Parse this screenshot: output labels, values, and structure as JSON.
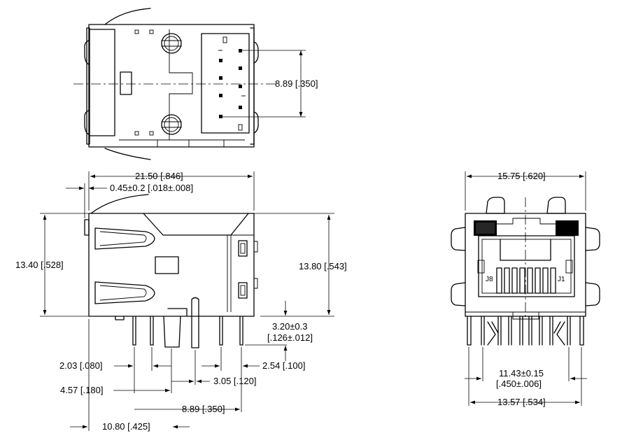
{
  "dimensions": {
    "top_pitch": "8.89 [.350]",
    "overall_length": "21.50 [.846]",
    "offset_front": "0.45±0.2 [.018±.008]",
    "height_left": "13.40 [.528]",
    "height_right": "13.80 [.543]",
    "standoff_1": "3.20±0.3",
    "standoff_2": "[.126±.012]",
    "pitch_a": "2.03 [.080]",
    "pitch_b": "2.54 [.100]",
    "pitch_c": "3.05 [.120]",
    "pitch_d": "4.57 [.180]",
    "pitch_e": "8.89 [.350]",
    "pitch_f": "10.80 [.425]",
    "front_width": "15.75 [.620]",
    "pin_span_1": "11.43±0.15",
    "pin_span_2": "[.450±.006]",
    "front_pin_span": "13.57 [.534]"
  },
  "pin_labels": {
    "left": "J8",
    "right": "J1"
  }
}
